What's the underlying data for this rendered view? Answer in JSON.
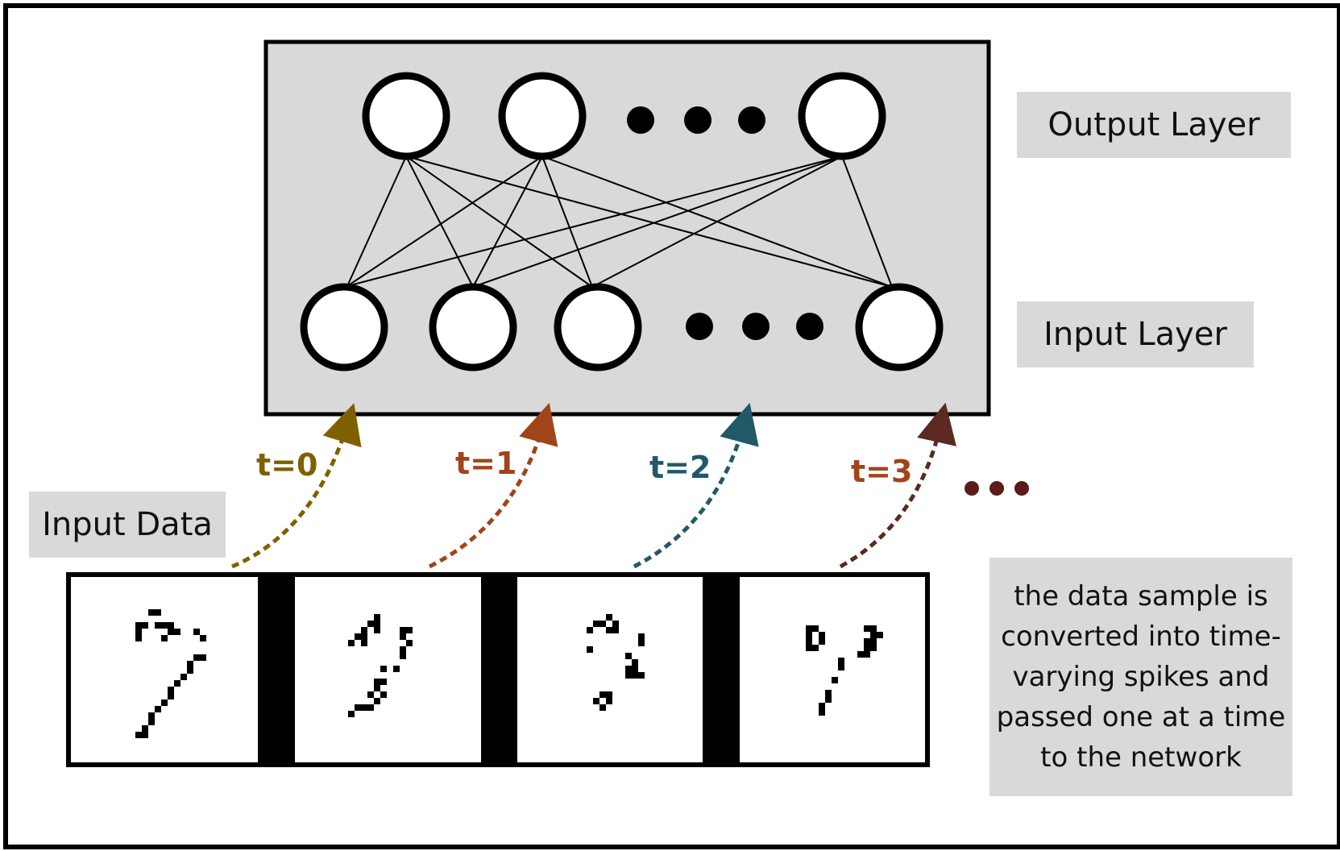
{
  "labels": {
    "output_layer": "Output Layer",
    "input_layer": "Input Layer",
    "input_data": "Input Data"
  },
  "note": {
    "lines": [
      "the data sample is",
      "converted into time-",
      "varying spikes and",
      "passed one at a time",
      "to the network"
    ]
  },
  "timesteps": [
    {
      "label": "t=0",
      "color": "#7f6000"
    },
    {
      "label": "t=1",
      "color": "#a0441a"
    },
    {
      "label": "t=2",
      "color": "#215968"
    },
    {
      "label": "t=3",
      "color": "#a0441a"
    }
  ],
  "continuation": {
    "label": "•••",
    "color": "#5c1a1a"
  },
  "colors": {
    "network_panel": "#d9d9d9",
    "label_box": "#d9d9d9",
    "neuron_fill": "#ffffff",
    "stroke": "#000000",
    "last_arrow": "#5c2a22"
  }
}
